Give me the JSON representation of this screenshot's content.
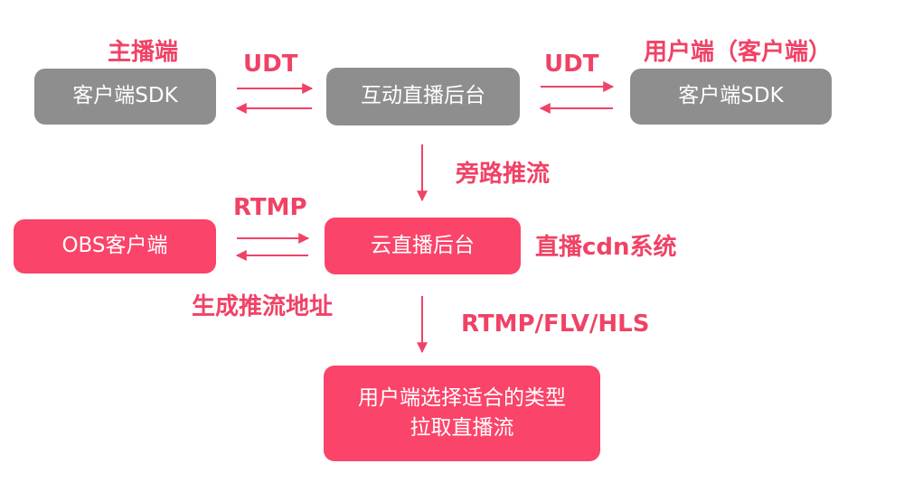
{
  "colors": {
    "gray_box": "#8e8e8e",
    "pink_box": "#fa4469",
    "label": "#f04266",
    "arrow": "#f04266"
  },
  "nodes": {
    "host_client": "客户端SDK",
    "interactive_backend": "互动直播后台",
    "user_client": "客户端SDK",
    "obs_client": "OBS客户端",
    "cloud_backend": "云直播后台",
    "final_line1": "用户端选择适合的类型",
    "final_line2": "拉取直播流"
  },
  "labels": {
    "host": "主播端",
    "udt_left": "UDT",
    "udt_right": "UDT",
    "user": "用户端（客户端）",
    "bypass_push": "旁路推流",
    "rtmp": "RTMP",
    "cdn": "直播cdn系统",
    "gen_push_url": "生成推流地址",
    "protocols": "RTMP/FLV/HLS"
  }
}
